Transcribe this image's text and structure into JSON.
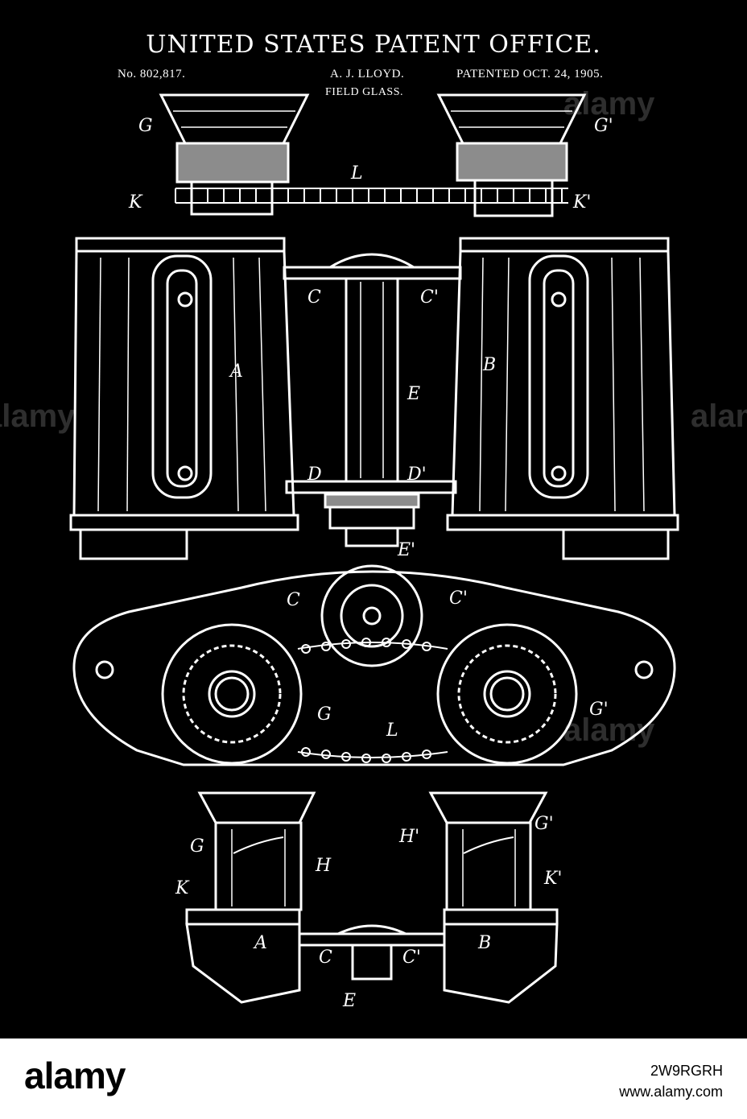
{
  "header": {
    "title": "UNITED STATES PATENT OFFICE.",
    "patent_number": "No. 802,817.",
    "inventor": "A. J. LLOYD.",
    "patented_date": "PATENTED OCT. 24, 1905.",
    "invention_title": "FIELD GLASS."
  },
  "labels": {
    "fig1": {
      "G": "G",
      "G_prime": "G'",
      "L": "L",
      "K": "K",
      "K_prime": "K'",
      "A": "A",
      "B": "B",
      "C": "C",
      "C_prime": "C'",
      "E": "E",
      "D": "D",
      "D_prime": "D'",
      "E_prime": "E'"
    },
    "fig2": {
      "C": "C",
      "C_prime": "C'",
      "G": "G",
      "G_prime": "G'",
      "L": "L"
    },
    "fig3": {
      "G": "G",
      "H": "H",
      "K": "K",
      "H_prime": "H'",
      "G_prime": "G'",
      "K_prime": "K'",
      "A": "A",
      "C": "C",
      "C_prime": "C'",
      "B": "B",
      "E": "E"
    }
  },
  "watermark": {
    "text": "alamy"
  },
  "footer": {
    "brand": "alamy",
    "image_id": "2W9RGRH",
    "site": "www.alamy.com"
  },
  "colors": {
    "background": "#000000",
    "ink": "#ffffff",
    "footer_bg": "#ffffff",
    "footer_text": "#000000"
  }
}
